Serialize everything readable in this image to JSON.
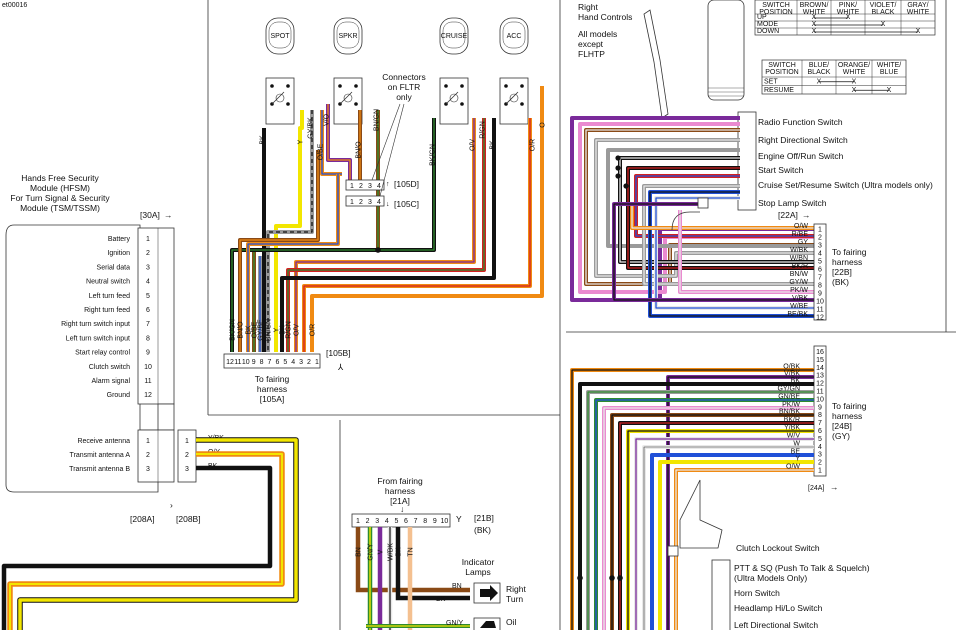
{
  "figure_id": "et00016",
  "hfsm": {
    "title_lines": [
      "Hands Free Security",
      "Module (HFSM)",
      "For Turn Signal & Security",
      "Module (TSM/TSSM)"
    ],
    "connector_a": "[30A]",
    "pins": [
      {
        "label": "Battery",
        "num": "1"
      },
      {
        "label": "Ignition",
        "num": "2"
      },
      {
        "label": "Serial data",
        "num": "3"
      },
      {
        "label": "Neutral switch",
        "num": "4"
      },
      {
        "label": "Left turn feed",
        "num": "5"
      },
      {
        "label": "Right turn feed",
        "num": "6"
      },
      {
        "label": "Right turn switch input",
        "num": "7"
      },
      {
        "label": "Left turn switch input",
        "num": "8"
      },
      {
        "label": "Start relay control",
        "num": "9"
      },
      {
        "label": "Clutch switch",
        "num": "10"
      },
      {
        "label": "Alarm signal",
        "num": "11"
      },
      {
        "label": "Ground",
        "num": "12"
      }
    ],
    "antenna_pins": [
      {
        "label": "Receive antenna",
        "num": "1",
        "wire": "Y/BK"
      },
      {
        "label": "Transmit antenna A",
        "num": "2",
        "wire": "O/Y"
      },
      {
        "label": "Transmit antenna B",
        "num": "3",
        "wire": "BK"
      }
    ],
    "conn_208a": "[208A]",
    "conn_208b": "[208B]"
  },
  "switches_panel": {
    "switch_labels": [
      "SPOT",
      "SPKR",
      "CRUISE",
      "ACC"
    ],
    "connectors_note": [
      "Connectors",
      "on FLTR",
      "only"
    ],
    "conn_105d": "[105D]",
    "conn_105c": "[105C]",
    "mini_conn_pins": [
      "1",
      "2",
      "3",
      "4"
    ],
    "upper_wire_labels": [
      "BK",
      "Y",
      "GY/BK",
      "O/BE",
      "V/O",
      "BN/O",
      "BN/GN",
      "BK/GN",
      "O/V",
      "R/GN",
      "BK",
      "O/R",
      "O"
    ],
    "bottom_wire_labels": [
      "BK/GN",
      "BN/O",
      "BK",
      "O/BE",
      "GY/BE",
      "BN/GN",
      "Y",
      "BK",
      "R/GN",
      "O/V",
      "O/R"
    ],
    "bottom_pins": [
      "12",
      "11",
      "10",
      "9",
      "8",
      "7",
      "6",
      "5",
      "4",
      "3",
      "2",
      "1"
    ],
    "conn_105b": "[105B]",
    "footer": [
      "To fairing",
      "harness",
      "[105A]"
    ]
  },
  "indicator_panel": {
    "from_lines": [
      "From fairing",
      "harness",
      "[21A]"
    ],
    "pins": [
      "1",
      "2",
      "3",
      "4",
      "5",
      "6",
      "7",
      "8",
      "9",
      "10"
    ],
    "conn_21b": "[21B]",
    "conn_21b_color": "(BK)",
    "wire_labels": [
      "BN",
      "GN/Y",
      "V",
      "W/BK",
      "BK",
      "TN"
    ],
    "indicator_lamps": [
      "Indicator",
      "Lamps"
    ],
    "right_turn": [
      "Right",
      "Turn"
    ],
    "oil": "Oil",
    "bn": "BN",
    "bk": "BK",
    "gny": "GN/Y"
  },
  "right_hand": {
    "title": [
      "Right",
      "Hand Controls"
    ],
    "subtitle": [
      "All models",
      "except",
      "FLHTP"
    ],
    "table1": {
      "header": [
        "SWITCH POSITION",
        "BROWN/ WHITE",
        "PINK/ WHITE",
        "VIOLET/ BLACK",
        "GRAY/ WHITE"
      ],
      "rows": [
        [
          "UP",
          "X",
          "X",
          "",
          ""
        ],
        [
          "MODE",
          "X",
          "",
          "X",
          ""
        ],
        [
          "DOWN",
          "X",
          "",
          "",
          "X"
        ]
      ]
    },
    "table2": {
      "header": [
        "SWITCH POSITION",
        "BLUE/ BLACK",
        "ORANGE/ WHITE",
        "WHITE/ BLUE"
      ],
      "rows": [
        [
          "SET",
          "X",
          "X",
          ""
        ],
        [
          "RESUME",
          "",
          "X",
          "X"
        ]
      ]
    },
    "switch_names": [
      "Radio Function Switch",
      "Right Directional Switch",
      "Engine Off/Run Switch",
      "Start Switch",
      "Cruise Set/Resume Switch (Ultra models only)",
      "Stop Lamp Switch"
    ],
    "conn_22a": "[22A]",
    "harness": [
      "To fairing",
      "harness",
      "[22B]",
      "(BK)"
    ],
    "wires": [
      "O/W",
      "R/BE",
      "GY",
      "W/BK",
      "W/BN",
      "BK/R",
      "BN/W",
      "GY/W",
      "PK/W",
      "V/BK",
      "W/BE",
      "BE/BK"
    ],
    "pins": [
      "1",
      "2",
      "3",
      "4",
      "5",
      "6",
      "7",
      "8",
      "9",
      "10",
      "11",
      "12"
    ]
  },
  "left_hand": {
    "harness": [
      "To fairing",
      "harness",
      "[24B]",
      "(GY)"
    ],
    "conn_24a": "[24A]",
    "pins": [
      "16",
      "15",
      "14",
      "13",
      "12",
      "11",
      "10",
      "9",
      "8",
      "7",
      "6",
      "5",
      "4",
      "3",
      "2",
      "1"
    ],
    "wires": [
      "O/BK",
      "V/BK",
      "BK",
      "GY/GN",
      "GN/BE",
      "PK/W",
      "BN/BK",
      "BK/R",
      "Y/BK",
      "W/V",
      "W",
      "BE",
      "Y",
      "O/W"
    ],
    "switch_names": [
      "Clutch Lockout Switch",
      "PTT & SQ (Push To Talk & Squelch)",
      "(Ultra Models Only)",
      "Horn Switch",
      "Headlamp Hi/Lo Switch",
      "Left Directional Switch"
    ]
  },
  "colors": {
    "BK": "#111111",
    "Y": "#f2e600",
    "O": "#f08a12",
    "R": "#d42020",
    "GN": "#2f8a2f",
    "BN": "#8a4a16",
    "V": "#7a2a9a",
    "GY": "#9a9a9a",
    "PK": "#ea8ad0",
    "BE": "#2050d8",
    "W": "#e8e8e8",
    "TN": "#f4c090",
    "line": "#444444"
  }
}
